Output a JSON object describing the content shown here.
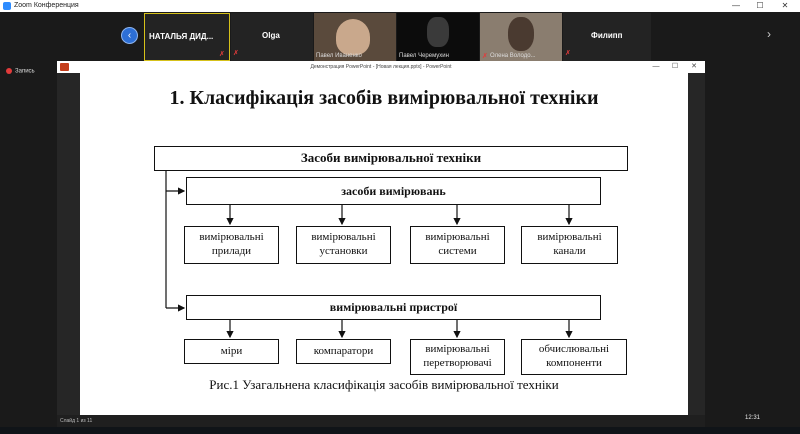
{
  "zoom": {
    "window_title": "Zoom Конференция",
    "minimize_glyph": "—",
    "maximize_glyph": "☐",
    "close_glyph": "✕",
    "recording_label": "Запись",
    "participants": [
      {
        "name": "НАТАЛЬЯ ДИД...",
        "muted": true,
        "video": false
      },
      {
        "name": "Olga",
        "muted": true,
        "video": false
      },
      {
        "name": "Павел Иваненко",
        "muted": false,
        "video": true
      },
      {
        "name": "Павел Черемухин",
        "muted": false,
        "video": true
      },
      {
        "name": "Олена Володо...",
        "muted": true,
        "video": true
      },
      {
        "name": "Филипп",
        "muted": true,
        "video": false
      }
    ],
    "prev_glyph": "‹",
    "next_glyph": "›"
  },
  "powerpoint": {
    "window_title": "Демонстрация PowerPoint - [Новая лекция.pptx] - PowerPoint",
    "status_slide": "Слайд 1 из 11",
    "slide": {
      "heading": "1. Класифікація засобів вимірювальної техніки",
      "root": "Засоби вимірювальної техніки",
      "group1": "засоби вимірювань",
      "group1_items": [
        "вимірювальні прилади",
        "вимірювальні установки",
        "вимірювальні системи",
        "вимірювальні канали"
      ],
      "group2": "вимірювальні пристрої",
      "group2_items": [
        "міри",
        "компаратори",
        "вимірювальні перетворювачі",
        "обчислювальні компоненти"
      ],
      "caption": "Рис.1 Узагальнена класифікація засобів вимірювальної техніки"
    }
  },
  "taskbar": {
    "clock": "12:31"
  },
  "colors": {
    "accent": "#2d8cff",
    "muted": "#e23b3b",
    "active_speaker": "#d6c11a"
  }
}
